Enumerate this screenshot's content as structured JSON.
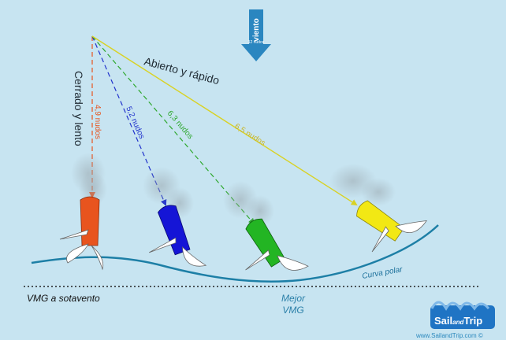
{
  "wind": {
    "title": "viento",
    "speed": "12 nudos"
  },
  "labels": {
    "closed": "Cerrado y lento",
    "open": "Abierto y rápido",
    "polar_curve": "Curva polar",
    "vmg_downwind": "VMG a sotavento",
    "best_vmg_line1": "Mejor",
    "best_vmg_line2": "VMG"
  },
  "courses": [
    {
      "speed": "4,9 nudos",
      "color": "#e8541e"
    },
    {
      "speed": "5,2 nudos",
      "color": "#2233cc"
    },
    {
      "speed": "6,3 nudos",
      "color": "#2fa82f"
    },
    {
      "speed": "6,5 nudos",
      "color": "#d9d224"
    }
  ],
  "colors": {
    "background": "#c7e4f1",
    "wind_arrow": "#2a86c0",
    "polar_curve": "#1d7fa6",
    "logo_blue": "#1f74c4"
  },
  "logo": {
    "sail": "Sail",
    "and": "and",
    "trip": "Trip",
    "url": "www.SailandTrip.com ©"
  }
}
